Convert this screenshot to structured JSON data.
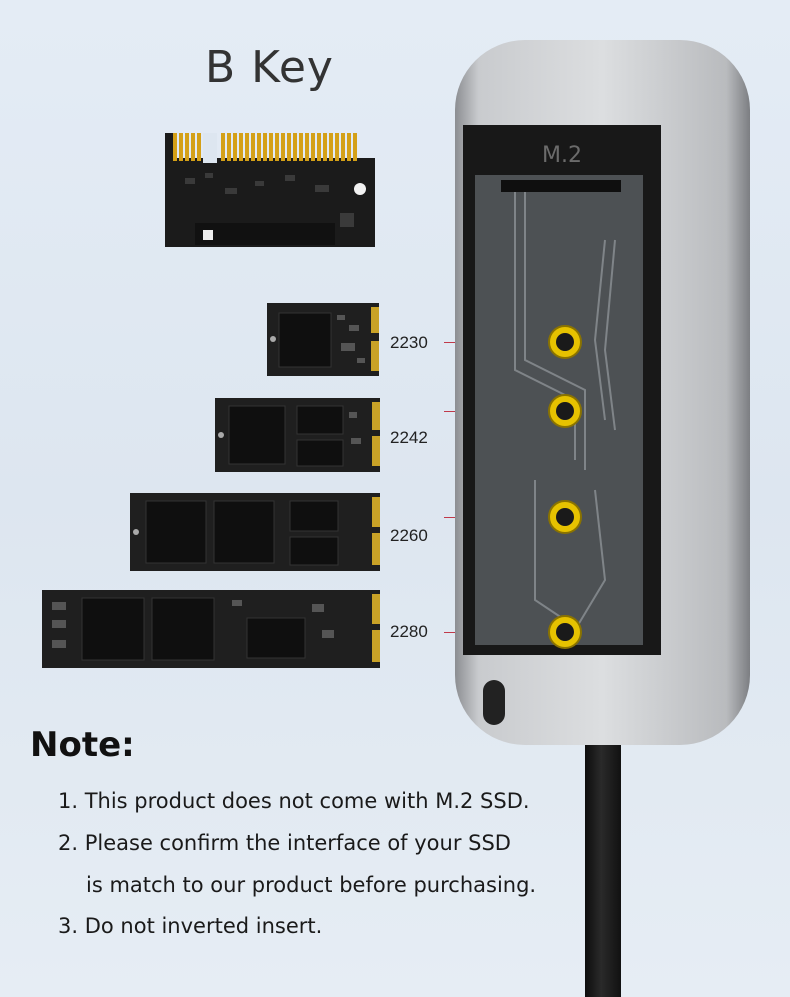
{
  "title": "B Key",
  "enclosure": {
    "slot_label": "M.2"
  },
  "sizes": [
    {
      "label": "2230"
    },
    {
      "label": "2242"
    },
    {
      "label": "2260"
    },
    {
      "label": "2280"
    }
  ],
  "note": {
    "heading": "Note:",
    "lines": [
      "1. This product does not come with M.2 SSD.",
      "2. Please confirm the interface of your SSD",
      "is match to our product before purchasing.",
      "3. Do not inverted insert."
    ]
  },
  "colors": {
    "accent_line": "#c0394a",
    "standoff": "#e6c200",
    "pcb": "#1a1a1a",
    "gold_contact": "#d4a017"
  }
}
